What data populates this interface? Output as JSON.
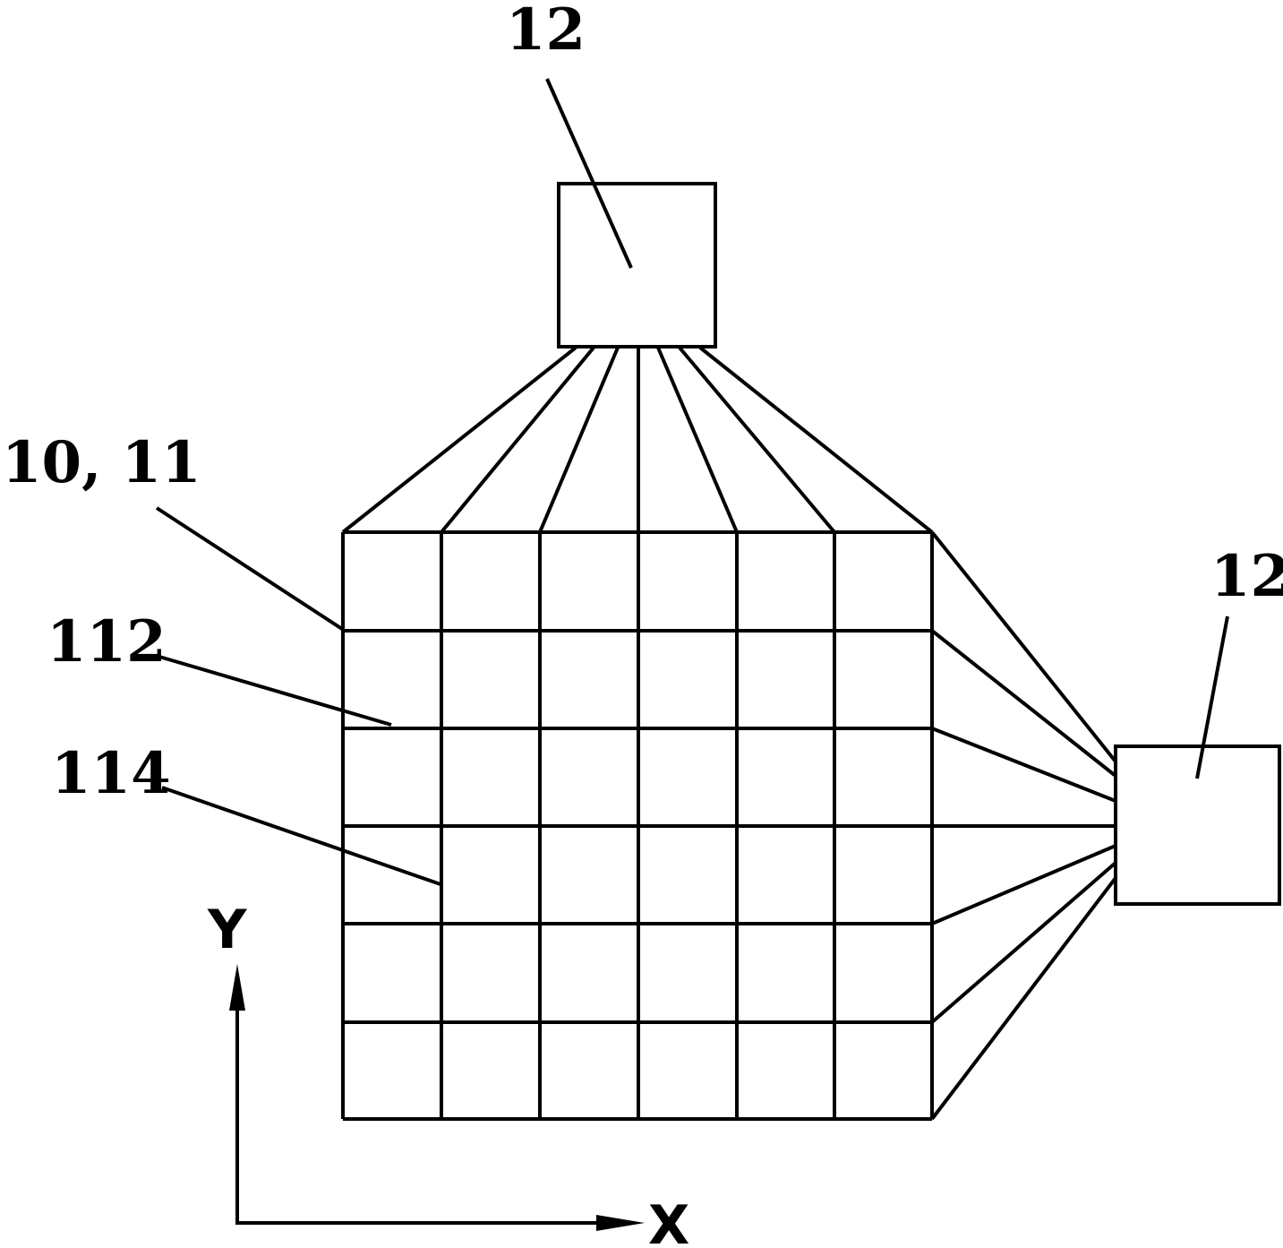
{
  "labels": {
    "controller_top": "12",
    "controller_right": "12",
    "grid_sensor": "10, 11",
    "row_electrode": "112",
    "column_electrode": "114",
    "axis_y": "Y",
    "axis_x": "X"
  },
  "grid": {
    "columns": 6,
    "rows": 6
  },
  "colors": {
    "line": "#000000",
    "background": "#ffffff"
  }
}
